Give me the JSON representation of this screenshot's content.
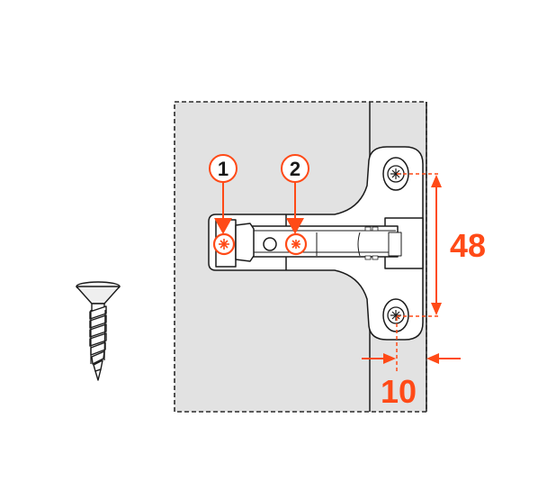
{
  "diagram": {
    "type": "hinge-mounting-plate-installation",
    "colors": {
      "accent": "#ff4a17",
      "panel_fill": "#e2e2e2",
      "line": "#1a1a1a",
      "background": "#ffffff",
      "plate_fill": "#ffffff"
    },
    "callouts": [
      {
        "id": "1",
        "label": "1"
      },
      {
        "id": "2",
        "label": "2"
      }
    ],
    "dimensions": {
      "vertical_spacing": "48",
      "edge_offset": "10"
    },
    "parts": {
      "screw": "countersunk-wood-screw",
      "panel": "cabinet-side-panel",
      "plate": "hinge-mounting-plate"
    }
  }
}
